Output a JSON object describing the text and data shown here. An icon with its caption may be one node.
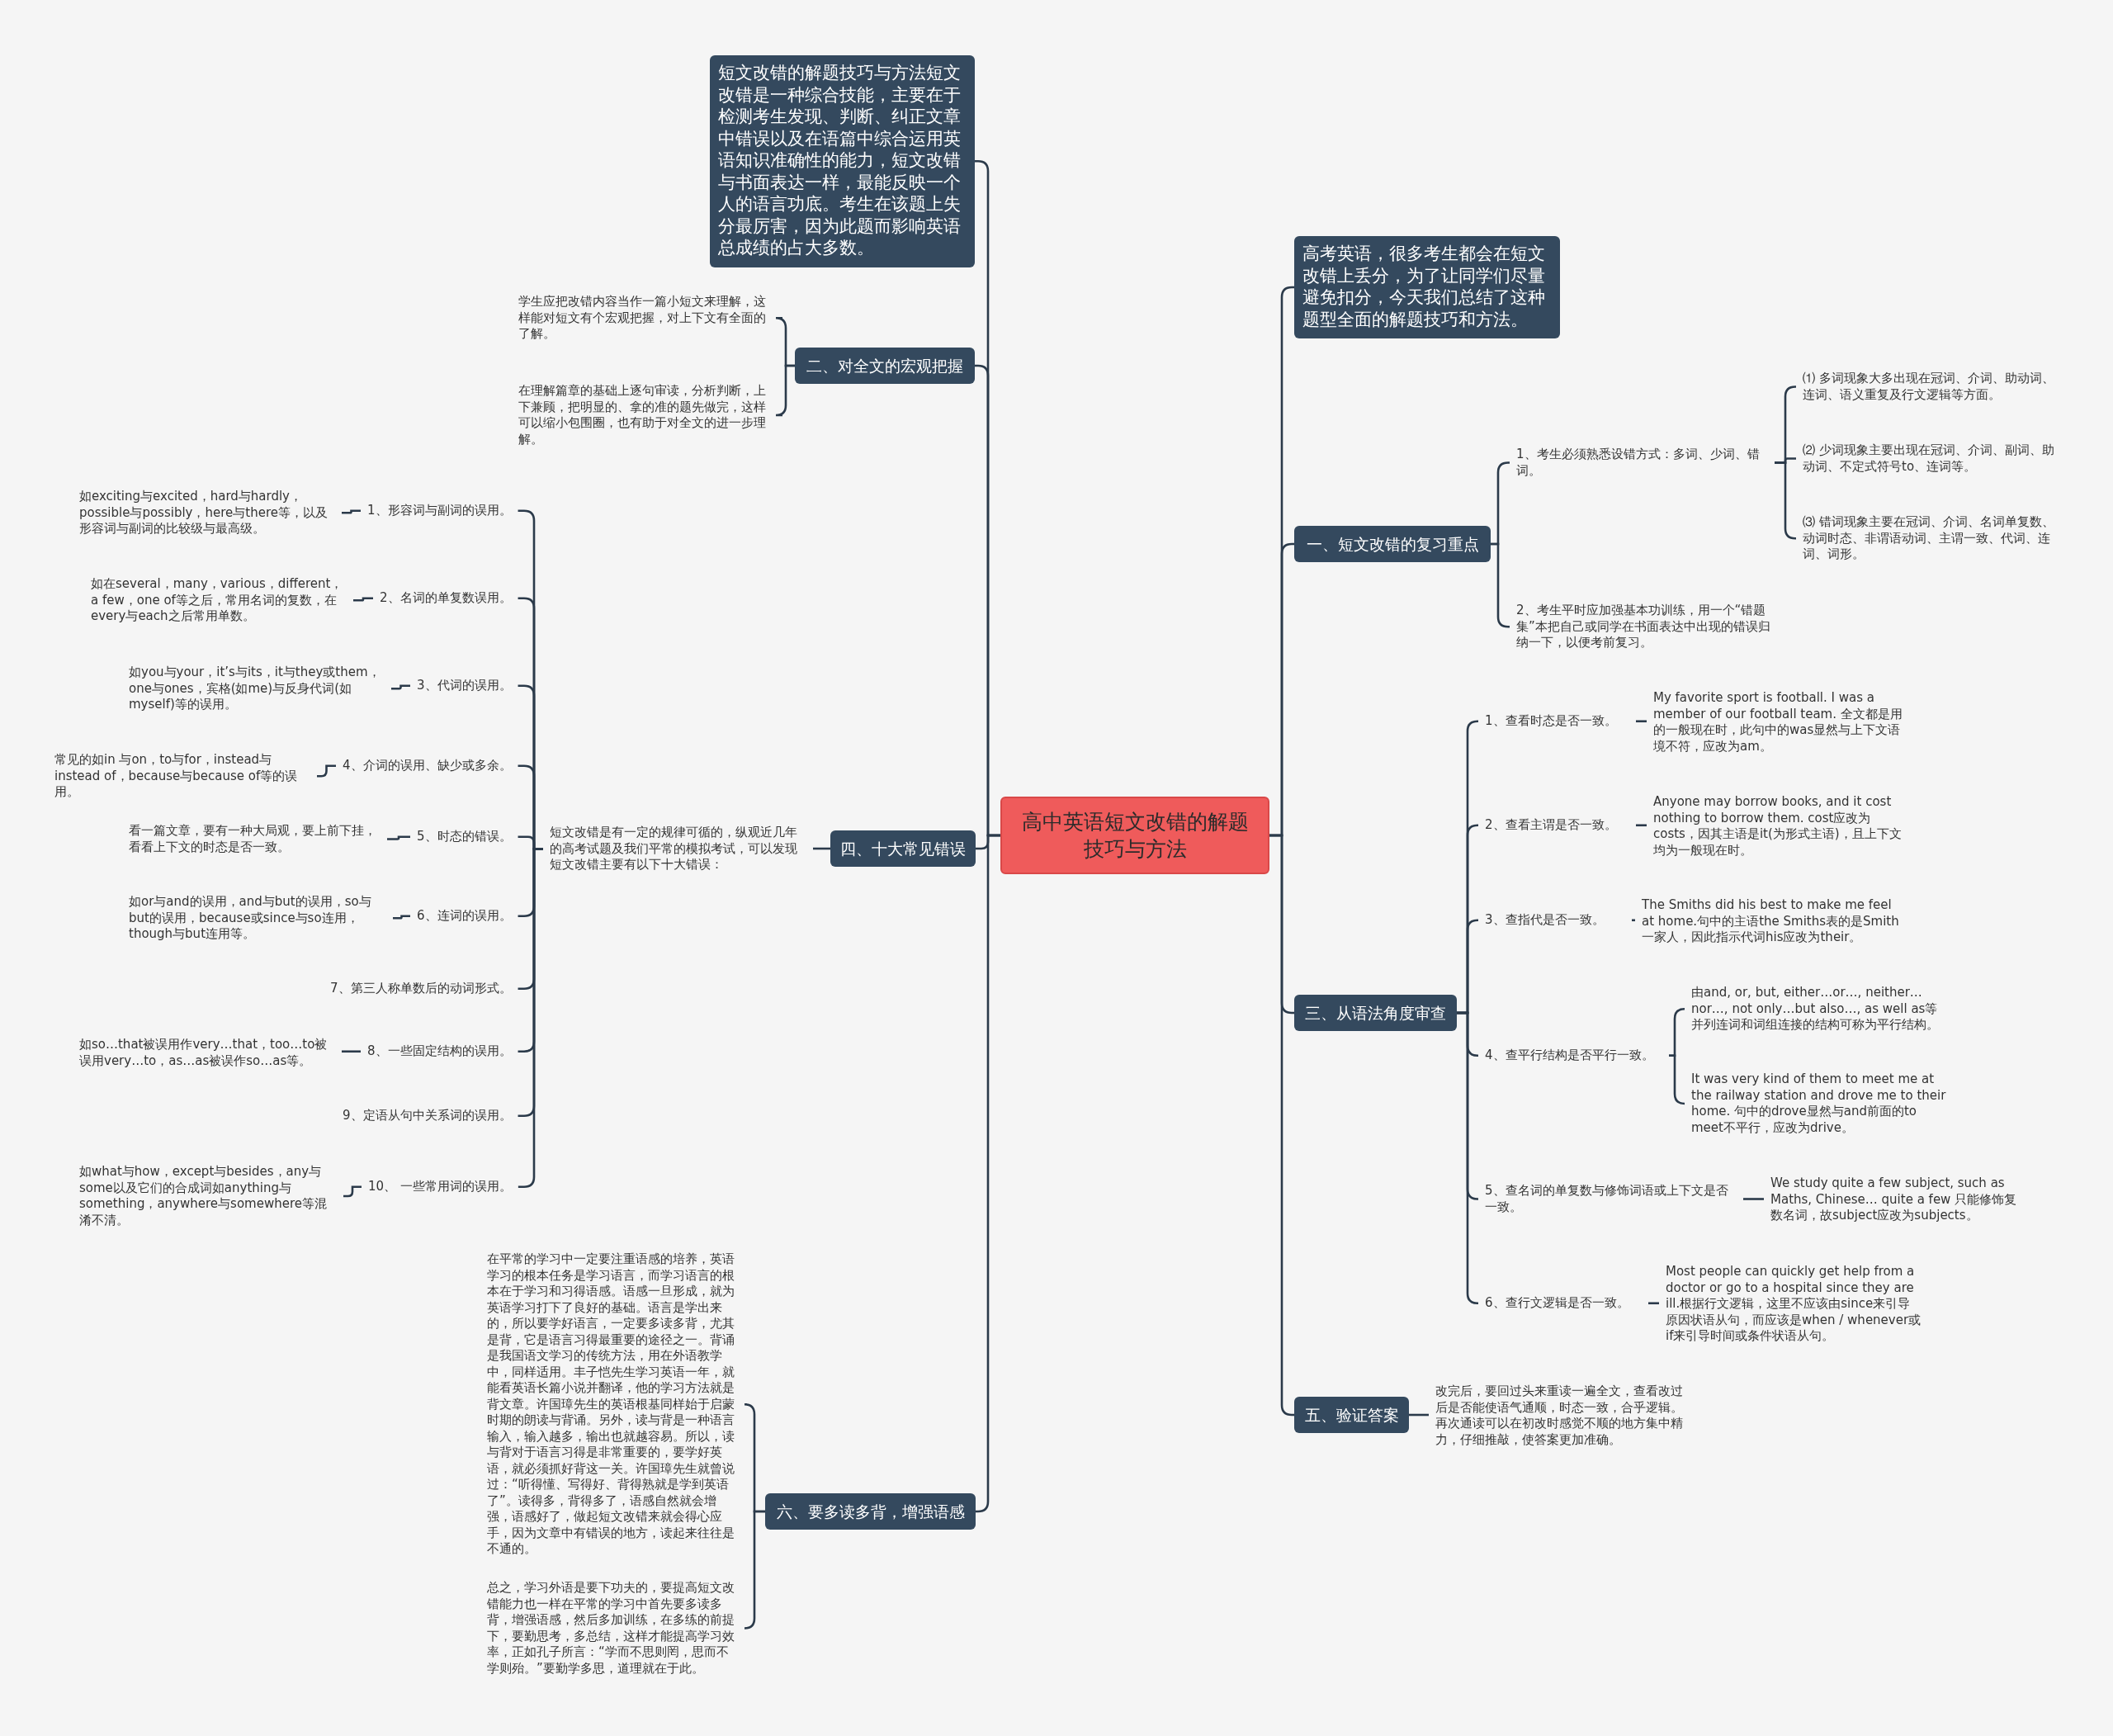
{
  "diagram": {
    "nodes": [
      {
        "text": [
          "高中英语短文改错的解题技巧与方法"
        ]
      },
      {
        "text": [
          "短文改错的解题技巧与方法短文改错是一种综合技能，主要在于检测考生发现、判断、纠正文章中错误以及在语篇中综合运用英语知识准确性的能力，短文改错与书面表达一样，最能反映一个人的语言功底。考生在该题上失分最厉害，因为此题而影响英语总成绩的占大多数。"
        ]
      },
      {
        "text": [
          "二、对全文的宏观把握"
        ]
      },
      {
        "text": [
          "学生应把改错内容当作一篇小短文来理解，这样能对短文有个宏观把握，对上下文有全面的了解。"
        ]
      },
      {
        "text": [
          "在理解篇章的基础上逐句审读，分析判断，上下兼顾，把明显的、拿的准的题先做完，这样可以缩小包围圈，也有助于对全文的进一步理解。"
        ]
      },
      {
        "text": [
          "四、十大常见错误"
        ]
      },
      {
        "text": [
          "短文改错是有一定的规律可循的，纵观近几年的高考试题及我们平常的模拟考试，可以发现短文改错主要有以下十大错误："
        ]
      },
      {
        "text": [
          "1、形容词与副词的误用。"
        ]
      },
      {
        "text": [
          "如exciting与excited，hard与hardly，possible与possibly，here与there等，以及形容词与副词的比较级与最高级。"
        ]
      },
      {
        "text": [
          "2、名词的单复数误用。"
        ]
      },
      {
        "text": [
          "如在several，many，various，different，a few，one of等之后，常用名词的复数，在every与each之后常用单数。"
        ]
      },
      {
        "text": [
          "3、代词的误用。"
        ]
      },
      {
        "text": [
          "如you与your，it’s与its，it与they或them，one与ones，宾格(如me)与反身代词(如myself)等的误用。"
        ]
      },
      {
        "text": [
          "4、介词的误用、缺少或多余。"
        ]
      },
      {
        "text": [
          "常见的如in 与on，to与for，instead与instead of，because与because of等的误用。"
        ]
      },
      {
        "text": [
          "5、时态的错误。"
        ]
      },
      {
        "text": [
          "看一篇文章，要有一种大局观，要上前下挂，看看上下文的时态是否一致。"
        ]
      },
      {
        "text": [
          "6、连词的误用。"
        ]
      },
      {
        "text": [
          "如or与and的误用，and与but的误用，so与but的误用，because或since与so连用，though与but连用等。"
        ]
      },
      {
        "text": [
          "7、第三人称单数后的动词形式。"
        ]
      },
      {
        "text": [
          "8、一些固定结构的误用。"
        ]
      },
      {
        "text": [
          "如so…that被误用作very…that，too…to被误用very…to，as…as被误作so…as等。"
        ]
      },
      {
        "text": [
          "9、定语从句中关系词的误用。"
        ]
      },
      {
        "text": [
          "10、 一些常用词的误用。"
        ]
      },
      {
        "text": [
          "如what与how，except与besides，any与some以及它们的合成词如anything与something，anywhere与somewhere等混淆不清。"
        ]
      },
      {
        "text": [
          "六、要多读多背，增强语感"
        ]
      },
      {
        "text": [
          "在平常的学习中一定要注重语感的培养，英语学习的根本任务是学习语言，而学习语言的根本在于学习和习得语感。语感一旦形成，就为英语学习打下了良好的基础。语言是学出来的，所以要学好语言，一定要多读多背，尤其是背，它是语言习得最重要的途径之一。背诵是我国语文学习的传统方法，用在外语教学中，同样适用。丰子恺先生学习英语一年，就能看英语长篇小说并翻译，他的学习方法就是背文章。许国璋先生的英语根基同样始于启蒙时期的朗读与背诵。另外，读与背是一种语言输入，输入越多，输出也就越容易。所以，读与背对于语言习得是非常重要的，要学好英语，就必须抓好背这一关。许国璋先生就曾说过：“听得懂、写得好、背得熟就是学到英语了”。读得多，背得多了，语感自然就会增强，语感好了，做起短文改错来就会得心应手，因为文章中有错误的地方，读起来往往是不通的。"
        ]
      },
      {
        "text": [
          "总之，学习外语是要下功夫的，要提高短文改错能力也一样在平常的学习中首先要多读多背，增强语感，然后多加训练，在多练的前提下，要勤思考，多总结，这样才能提高学习效率，正如孔子所言：“学而不思则罔，思而不学则殆。”要勤学多思，道理就在于此。"
        ]
      },
      {
        "text": [
          "高考英语，很多考生都会在短文改错上丢分，为了让同学们尽量避免扣分，今天我们总结了这种题型全面的解题技巧和方法。"
        ]
      },
      {
        "text": [
          "一、短文改错的复习重点"
        ]
      },
      {
        "text": [
          "1、考生必须熟悉设错方式：多词、少词、错词。"
        ]
      },
      {
        "text": [
          "⑴ 多词现象大多出现在冠词、介词、助动词、连词、语义重复及行文逻辑等方面。"
        ]
      },
      {
        "text": [
          "⑵ 少词现象主要出现在冠词、介词、副词、助动词、不定式符号to、连词等。"
        ]
      },
      {
        "text": [
          "⑶ 错词现象主要在冠词、介词、名词单复数、动词时态、非谓语动词、主谓一致、代词、连词、词形。"
        ]
      },
      {
        "text": [
          "2、考生平时应加强基本功训练，用一个“错题集”本把自己或同学在书面表达中出现的错误归纳一下，以便考前复习。"
        ]
      },
      {
        "text": [
          "三、从语法角度审查"
        ]
      },
      {
        "text": [
          "1、查看时态是否一致。"
        ]
      },
      {
        "text": [
          "My favorite sport is football. I was a member of our football team. 全文都是用的一般现在时，此句中的was显然与上下文语境不符，应改为am。"
        ]
      },
      {
        "text": [
          "2、查看主谓是否一致。"
        ]
      },
      {
        "text": [
          "Anyone may borrow books, and it cost nothing to borrow them. cost应改为costs，因其主语是it(为形式主语)，且上下文均为一般现在时。"
        ]
      },
      {
        "text": [
          "3、查指代是否一致。"
        ]
      },
      {
        "text": [
          "The Smiths did his best to make me feel at home.句中的主语the Smiths表的是Smith一家人，因此指示代词his应改为their。"
        ]
      },
      {
        "text": [
          "4、查平行结构是否平行一致。"
        ]
      },
      {
        "text": [
          "由and, or, but, either…or…, neither…nor…, not only…but also…, as well as等并列连词和词组连接的结构可称为平行结构。"
        ]
      },
      {
        "text": [
          "It was very kind of them to meet me at the railway station and drove me to their home. 句中的drove显然与and前面的to meet不平行，应改为drive。"
        ]
      },
      {
        "text": [
          "5、查名词的单复数与修饰词语或上下文是否一致。"
        ]
      },
      {
        "text": [
          "We study quite a few subject, such as Maths, Chinese… quite a few 只能修饰复数名词，故subject应改为subjects。"
        ]
      },
      {
        "text": [
          "6、查行文逻辑是否一致。"
        ]
      },
      {
        "text": [
          "Most people can quickly get help from a doctor or go to a hospital since they are ill.根据行文逻辑，这里不应该由since来引导原因状语从句，而应该是when / whenever或if来引导时间或条件状语从句。"
        ]
      },
      {
        "text": [
          "五、验证答案"
        ]
      },
      {
        "text": [
          "改完后，要回过头来重读一遍全文，查看改过后是否能使语气通顺，时态一致，合乎逻辑。再次通读可以在初改时感觉不顺的地方集中精力，仔细推敲，使答案更加准确。"
        ]
      }
    ],
    "edges": [
      {
        "from": 0,
        "to": 1,
        "arrow": "none"
      },
      {
        "from": 0,
        "to": 2,
        "arrow": "none"
      },
      {
        "from": 0,
        "to": 5,
        "arrow": "none"
      },
      {
        "from": 0,
        "to": 25,
        "arrow": "none"
      },
      {
        "from": 0,
        "to": 28,
        "arrow": "none"
      },
      {
        "from": 0,
        "to": 29,
        "arrow": "none"
      },
      {
        "from": 0,
        "to": 35,
        "arrow": "none"
      },
      {
        "from": 0,
        "to": 49,
        "arrow": "none"
      },
      {
        "from": 2,
        "to": 3,
        "arrow": "none"
      },
      {
        "from": 2,
        "to": 4,
        "arrow": "none"
      },
      {
        "from": 5,
        "to": 6,
        "arrow": "none"
      },
      {
        "from": 6,
        "to": 7,
        "arrow": "none"
      },
      {
        "from": 6,
        "to": 9,
        "arrow": "none"
      },
      {
        "from": 6,
        "to": 11,
        "arrow": "none"
      },
      {
        "from": 6,
        "to": 13,
        "arrow": "none"
      },
      {
        "from": 6,
        "to": 15,
        "arrow": "none"
      },
      {
        "from": 6,
        "to": 17,
        "arrow": "none"
      },
      {
        "from": 6,
        "to": 19,
        "arrow": "none"
      },
      {
        "from": 6,
        "to": 20,
        "arrow": "none"
      },
      {
        "from": 6,
        "to": 22,
        "arrow": "none"
      },
      {
        "from": 6,
        "to": 23,
        "arrow": "none"
      },
      {
        "from": 7,
        "to": 8,
        "arrow": "none"
      },
      {
        "from": 9,
        "to": 10,
        "arrow": "none"
      },
      {
        "from": 11,
        "to": 12,
        "arrow": "none"
      },
      {
        "from": 13,
        "to": 14,
        "arrow": "none"
      },
      {
        "from": 15,
        "to": 16,
        "arrow": "none"
      },
      {
        "from": 17,
        "to": 18,
        "arrow": "none"
      },
      {
        "from": 20,
        "to": 21,
        "arrow": "none"
      },
      {
        "from": 23,
        "to": 24,
        "arrow": "none"
      },
      {
        "from": 25,
        "to": 26,
        "arrow": "none"
      },
      {
        "from": 25,
        "to": 27,
        "arrow": "none"
      },
      {
        "from": 29,
        "to": 30,
        "arrow": "none"
      },
      {
        "from": 29,
        "to": 34,
        "arrow": "none"
      },
      {
        "from": 30,
        "to": 31,
        "arrow": "none"
      },
      {
        "from": 30,
        "to": 32,
        "arrow": "none"
      },
      {
        "from": 30,
        "to": 33,
        "arrow": "none"
      },
      {
        "from": 35,
        "to": 36,
        "arrow": "none"
      },
      {
        "from": 35,
        "to": 38,
        "arrow": "none"
      },
      {
        "from": 35,
        "to": 40,
        "arrow": "none"
      },
      {
        "from": 35,
        "to": 42,
        "arrow": "none"
      },
      {
        "from": 35,
        "to": 45,
        "arrow": "none"
      },
      {
        "from": 35,
        "to": 47,
        "arrow": "none"
      },
      {
        "from": 36,
        "to": 37,
        "arrow": "none"
      },
      {
        "from": 38,
        "to": 39,
        "arrow": "none"
      },
      {
        "from": 40,
        "to": 41,
        "arrow": "none"
      },
      {
        "from": 42,
        "to": 43,
        "arrow": "none"
      },
      {
        "from": 42,
        "to": 44,
        "arrow": "none"
      },
      {
        "from": 45,
        "to": 46,
        "arrow": "none"
      },
      {
        "from": 47,
        "to": 48,
        "arrow": "none"
      },
      {
        "from": 49,
        "to": 50,
        "arrow": "none"
      }
    ]
  }
}
